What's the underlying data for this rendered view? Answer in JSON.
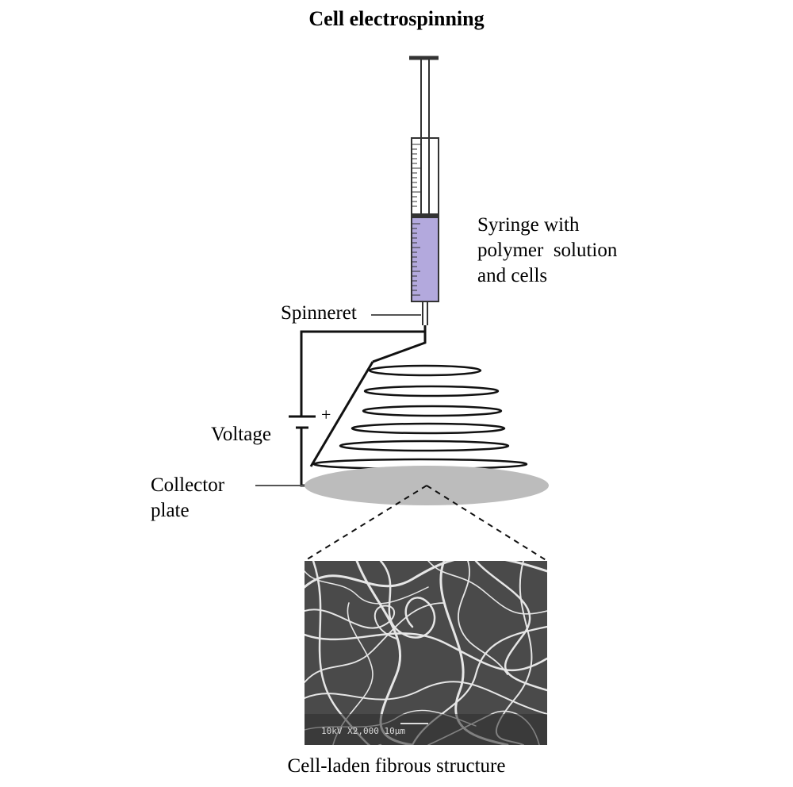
{
  "title": "Cell electrospinning",
  "labels": {
    "syringe": "Syringe with\npolymer  solution\nand cells",
    "spinneret": "Spinneret",
    "voltage": "Voltage",
    "collector": "Collector\nplate",
    "plus": "+"
  },
  "caption": "Cell-laden fibrous structure",
  "micrograph": {
    "scalebar_text": "10kV    X2,000    10µm"
  },
  "colors": {
    "solution": "#b3a9dd",
    "collector": "#bcbcbc",
    "micrograph_bg": "#4a4a4a",
    "fiber": "#e6e6e6"
  }
}
